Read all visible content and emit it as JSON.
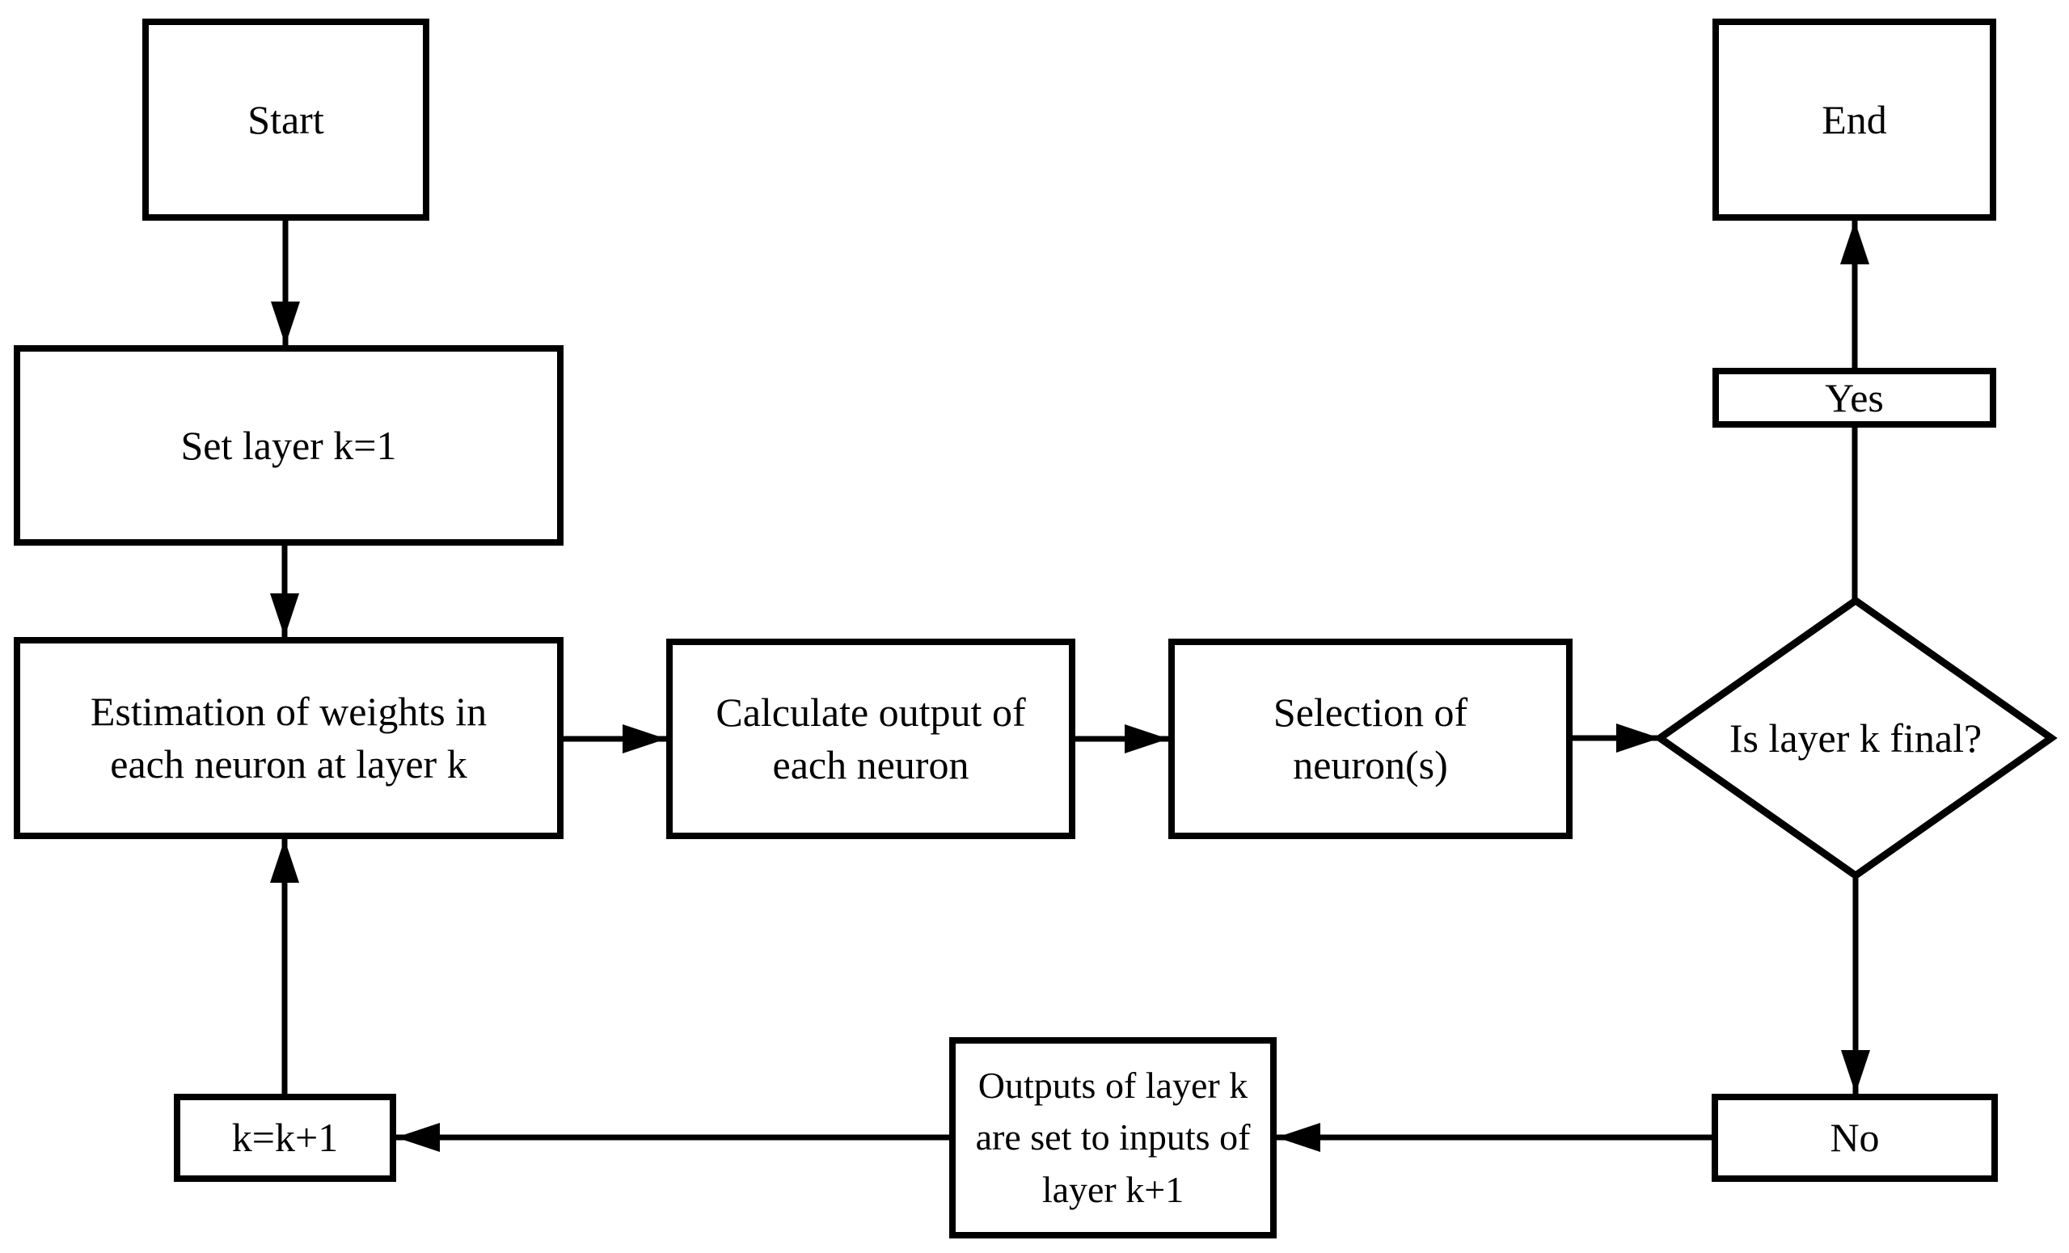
{
  "figure": {
    "type": "flowchart",
    "background_color": "#ffffff",
    "stroke_color": "#000000",
    "nodes": {
      "start": {
        "shape": "rectangle",
        "label": "Start"
      },
      "set_layer": {
        "shape": "rectangle",
        "label": "Set layer k=1"
      },
      "estimation": {
        "shape": "rectangle",
        "label": "Estimation of weights in\neach neuron at layer k"
      },
      "calculate": {
        "shape": "rectangle",
        "label": "Calculate output of\neach neuron"
      },
      "selection": {
        "shape": "rectangle",
        "label": "Selection of\nneuron(s)"
      },
      "decision": {
        "shape": "diamond",
        "label": "Is layer k final?"
      },
      "yes": {
        "shape": "rectangle",
        "label": "Yes"
      },
      "end": {
        "shape": "rectangle",
        "label": "End"
      },
      "no": {
        "shape": "rectangle",
        "label": "No"
      },
      "outputs": {
        "shape": "rectangle",
        "label": "Outputs of layer k\nare set to inputs of\nlayer k+1"
      },
      "increment": {
        "shape": "rectangle",
        "label": "k=k+1"
      }
    },
    "edges": [
      {
        "from": "start",
        "to": "set_layer"
      },
      {
        "from": "set_layer",
        "to": "estimation"
      },
      {
        "from": "estimation",
        "to": "calculate"
      },
      {
        "from": "calculate",
        "to": "selection"
      },
      {
        "from": "selection",
        "to": "decision"
      },
      {
        "from": "decision",
        "to": "yes"
      },
      {
        "from": "yes",
        "to": "end"
      },
      {
        "from": "decision",
        "to": "no"
      },
      {
        "from": "no",
        "to": "outputs"
      },
      {
        "from": "outputs",
        "to": "increment"
      },
      {
        "from": "increment",
        "to": "estimation"
      }
    ]
  }
}
